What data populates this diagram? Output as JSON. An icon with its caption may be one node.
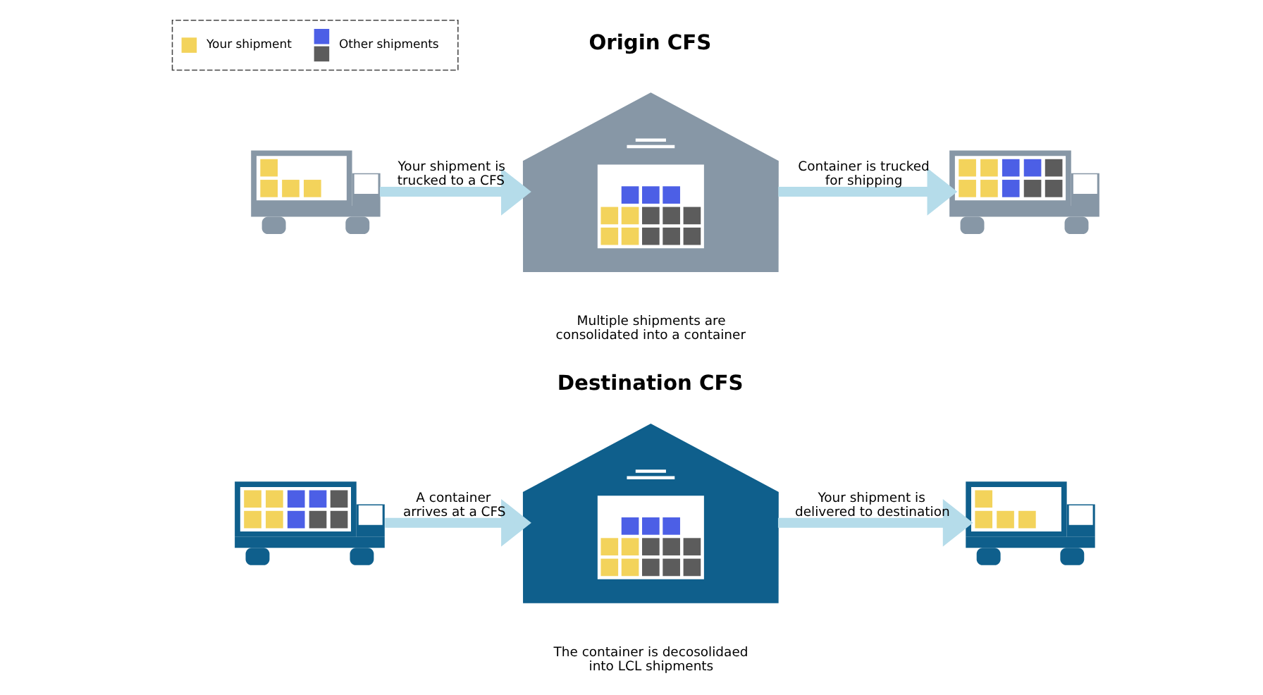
{
  "diagram": {
    "nodes": [
      {
        "text": [],
        "shape": "truck"
      },
      {
        "text": [],
        "shape": "warehouse",
        "beside": [
          "Multiple shipments are consolidated into a container"
        ]
      },
      {
        "text": [],
        "shape": "truck"
      },
      {
        "text": [],
        "shape": "truck"
      },
      {
        "text": [],
        "shape": "warehouse",
        "beside": [
          "The container is decosolidaed into LCL shipments"
        ]
      },
      {
        "text": [],
        "shape": "truck"
      }
    ],
    "edges": [
      {
        "from": 0,
        "to": 1,
        "arrow": "to",
        "label": "Your shipment is trucked to a CFS"
      },
      {
        "from": 1,
        "to": 2,
        "arrow": "to",
        "label": "Container is trucked for shipping"
      },
      {
        "from": 3,
        "to": 4,
        "arrow": "to",
        "label": "A container arrives at a CFS"
      },
      {
        "from": 4,
        "to": 5,
        "arrow": "to",
        "label": "Your shipment is delivered to destination"
      }
    ],
    "labels": [
      "Origin CFS",
      "Destination CFS"
    ],
    "legend": [
      {
        "text": "Your shipment",
        "color": "#f3d35b"
      },
      {
        "text": "Other shipments",
        "color": "#4c5fe6"
      }
    ]
  }
}
